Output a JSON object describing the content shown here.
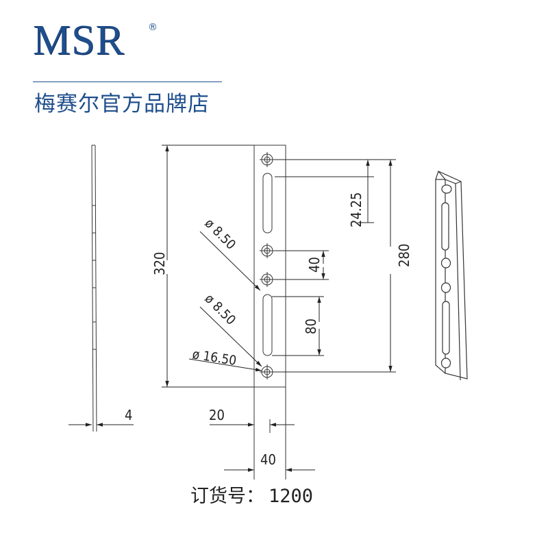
{
  "brand": {
    "logo_text": "MSR",
    "registered_mark": "®",
    "store_name": "梅赛尔官方品牌店"
  },
  "drawing": {
    "dimensions": {
      "overall_height": "320",
      "hole_span": "280",
      "slot_offset": "24.25",
      "hole_pitch": "40",
      "slot_length": "80",
      "hole_diameter_1": "ø 8.50",
      "hole_diameter_2": "ø 8.50",
      "hole_diameter_3": "ø 16.50",
      "thickness": "4",
      "center_offset": "20",
      "width": "40"
    }
  },
  "order": {
    "label": "订货号：",
    "value": "1200"
  },
  "colors": {
    "brand_blue": "#1f4e8c",
    "line": "#222222"
  }
}
